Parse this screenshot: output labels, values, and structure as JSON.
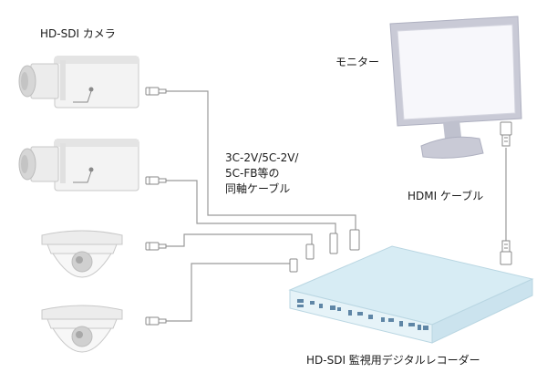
{
  "labels": {
    "cameras": "HD-SDI カメラ",
    "monitor": "モニター",
    "coax_cable": [
      "3C-2V/5C-2V/",
      "5C-FB等の",
      "同軸ケーブル"
    ],
    "hdmi_cable": "HDMI ケーブル",
    "recorder": "HD-SDI 監視用デジタルレコーダー"
  },
  "colors": {
    "camera_body": "#f3f3f3",
    "camera_shade": "#d9d9d9",
    "cable": "#9a9a9a",
    "monitor_frame": "#c9cad6",
    "monitor_screen": "#f7f7fb",
    "recorder_top": "#d7ecf4",
    "recorder_front": "#e6f3f8",
    "recorder_ports": "#5f86a6"
  }
}
